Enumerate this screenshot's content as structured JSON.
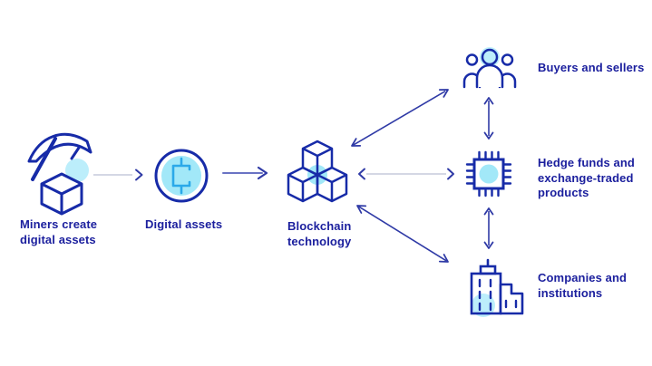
{
  "colors": {
    "text_navy": "#1c209e",
    "icon_navy": "#172ba8",
    "arrow_navy": "#2f3aa6",
    "arrow_shaft_blue": "#6a73c4",
    "arrow_gray": "#c6cadc",
    "cyan_fill": "#a2e8f8",
    "cyan_glow": "#bceefb",
    "symbol_blue": "#2ba9e9",
    "background": "#ffffff"
  },
  "nodes": {
    "miners": {
      "label": "Miners create\ndigital assets",
      "icon": "pickaxe-cube-icon"
    },
    "digital_assets": {
      "label": "Digital assets",
      "icon": "coin-icon"
    },
    "blockchain": {
      "label": "Blockchain\ntechnology",
      "icon": "cubes-icon"
    },
    "buyers_sellers": {
      "label": "Buyers and sellers",
      "icon": "people-icon"
    },
    "hedge_funds": {
      "label": "Hedge funds and\nexchange-traded\nproducts",
      "icon": "chip-icon"
    },
    "companies": {
      "label": "Companies and\ninstitutions",
      "icon": "buildings-icon"
    }
  }
}
